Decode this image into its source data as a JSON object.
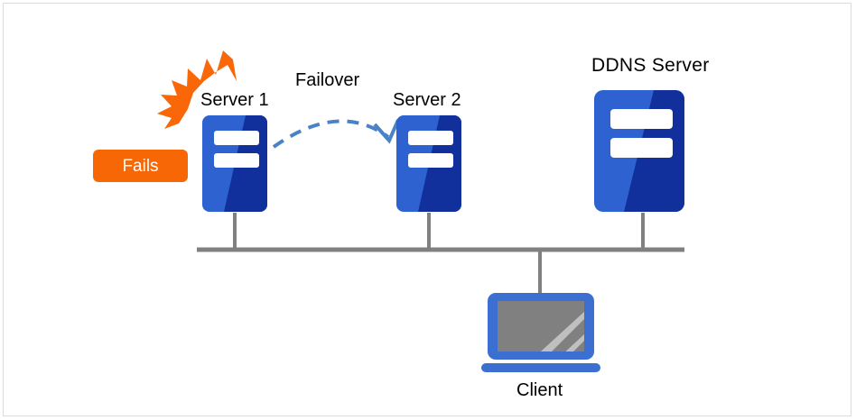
{
  "diagram": {
    "title": "DDNS server failover network diagram",
    "background_color": "#ffffff",
    "border_color": "#dcdcdc"
  },
  "palette": {
    "server_light_blue": "#2E62D0",
    "server_dark_blue": "#12309B",
    "server_slot_white": "#ffffff",
    "client_bezel_blue": "#3C6FD2",
    "client_screen_gray": "#808080",
    "client_screen_highlight": "#bfbfbf",
    "bus_line_gray": "#808080",
    "failover_arc_blue": "#4a82c8",
    "fails_badge_orange": "#f86706",
    "burst_orange": "#f96709",
    "label_text": "#000000",
    "badge_text": "#ffffff"
  },
  "nodes": [
    {
      "id": "server-1",
      "label": "Server 1",
      "type": "server",
      "status": "failed"
    },
    {
      "id": "server-2",
      "label": "Server 2",
      "type": "server",
      "status": "standby"
    },
    {
      "id": "ddns-server",
      "label": "DDNS Server",
      "type": "server",
      "status": "active"
    },
    {
      "id": "client",
      "label": "Client",
      "type": "monitor",
      "status": "active"
    }
  ],
  "annotations": {
    "fails_badge": "Fails",
    "failover_label": "Failover"
  },
  "connections": {
    "bus_label": "",
    "failover_arc": {
      "from": "server-1",
      "to": "server-2",
      "style": "dashed",
      "arrow": true
    }
  },
  "icons": {
    "burst": "failure-burst-icon",
    "server": "server-icon",
    "monitor": "monitor-icon"
  }
}
